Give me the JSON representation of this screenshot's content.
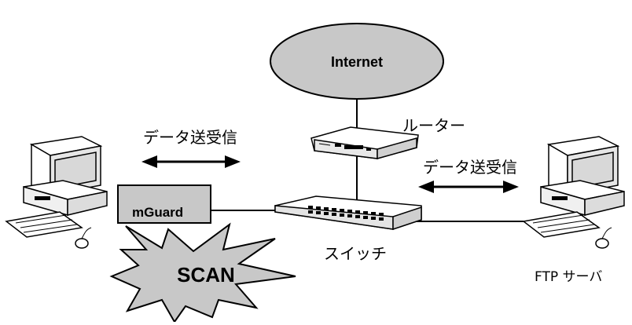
{
  "diagram": {
    "internet_label": "Internet",
    "router_label": "ルーター",
    "switch_label": "スイッチ",
    "left_transfer_label": "データ送受信",
    "right_transfer_label": "データ送受信",
    "mguard_label": "mGuard",
    "scan_label": "SCAN",
    "ftp_server_label": "FTP サーバ"
  },
  "colors": {
    "cloud_fill": "#c8c8c8",
    "device_fill": "#ffffff",
    "box_fill": "#c8c8c8",
    "stroke": "#000000"
  },
  "icons": {
    "left_pc": "desktop-computer-icon",
    "right_pc": "desktop-computer-icon",
    "router": "router-icon",
    "switch": "network-switch-icon"
  }
}
